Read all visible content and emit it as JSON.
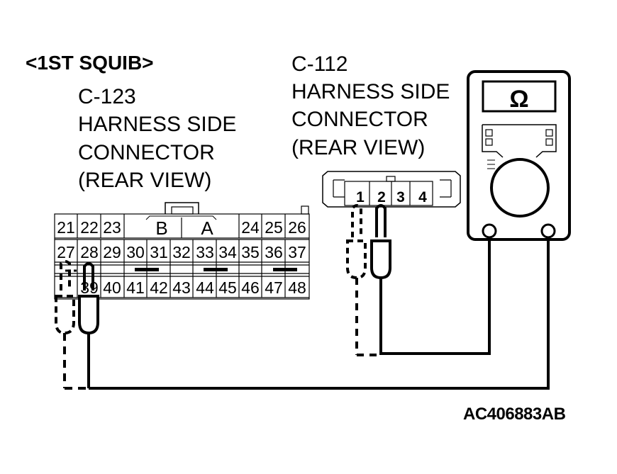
{
  "title": "<1ST SQUIB>",
  "connector_c123": {
    "lines": [
      "C-123",
      "HARNESS SIDE",
      "CONNECTOR",
      "(REAR VIEW)"
    ],
    "pins_row1": [
      "21",
      "22",
      "23",
      "B",
      "A",
      "24",
      "25",
      "26"
    ],
    "pins_row2": [
      "27",
      "28",
      "29",
      "30",
      "31",
      "32",
      "33",
      "34",
      "35",
      "36",
      "37"
    ],
    "pins_row3": [
      "39",
      "40",
      "41",
      "42",
      "43",
      "44",
      "45",
      "46",
      "47",
      "48"
    ]
  },
  "connector_c112": {
    "lines": [
      "C-112",
      "HARNESS SIDE",
      "CONNECTOR",
      "(REAR VIEW)"
    ],
    "pins": [
      "1",
      "2",
      "3",
      "4"
    ]
  },
  "meter": {
    "symbol": "Ω",
    "icon": "ohmmeter-icon"
  },
  "figure_code": "AC406883",
  "figure_suffix": "AB"
}
